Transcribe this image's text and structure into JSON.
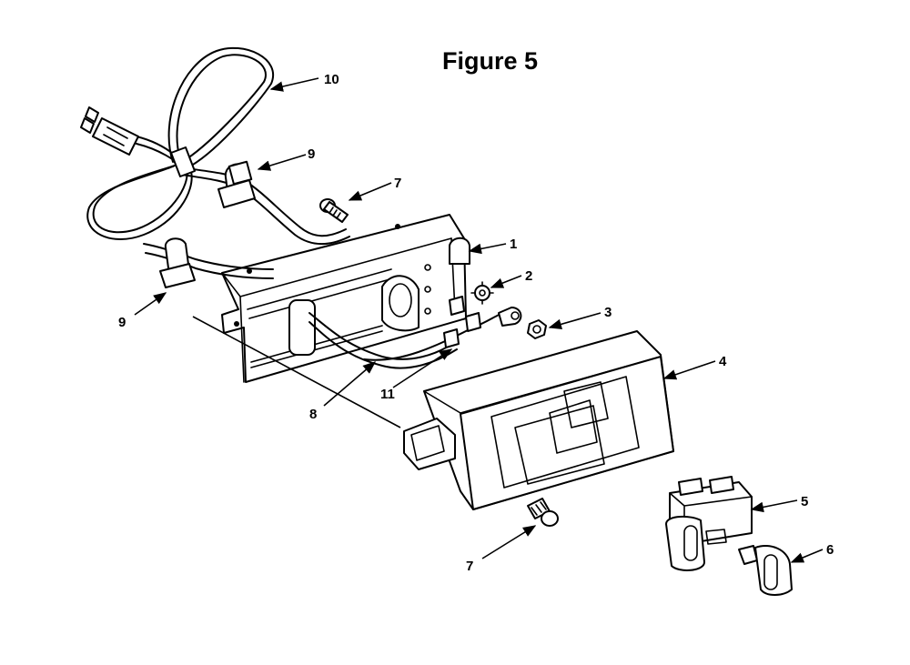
{
  "title": "Figure 5",
  "callouts": [
    {
      "id": "c1",
      "label": "1"
    },
    {
      "id": "c2",
      "label": "2"
    },
    {
      "id": "c3",
      "label": "3"
    },
    {
      "id": "c4",
      "label": "4"
    },
    {
      "id": "c5",
      "label": "5"
    },
    {
      "id": "c6",
      "label": "6"
    },
    {
      "id": "c7a",
      "label": "7"
    },
    {
      "id": "c7b",
      "label": "7"
    },
    {
      "id": "c8",
      "label": "8"
    },
    {
      "id": "c9a",
      "label": "9"
    },
    {
      "id": "c9b",
      "label": "9"
    },
    {
      "id": "c10",
      "label": "10"
    },
    {
      "id": "c11",
      "label": "11"
    }
  ]
}
